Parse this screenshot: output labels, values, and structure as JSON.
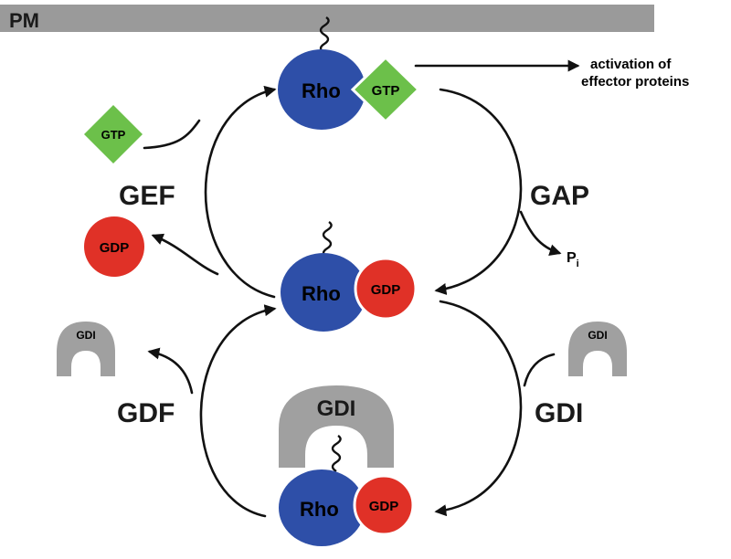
{
  "membrane": {
    "label": "PM",
    "color": "#9a9a9a"
  },
  "states": {
    "active": {
      "protein": "Rho",
      "nucleotide": "GTP"
    },
    "inactive": {
      "protein": "Rho",
      "nucleotide": "GDP"
    },
    "sequestered": {
      "protein": "Rho",
      "nucleotide": "GDP",
      "inhibitor": "GDI"
    }
  },
  "free_molecules": {
    "gtp_in": "GTP",
    "gdp_out": "GDP",
    "gdi_released": "GDI",
    "gdi_in": "GDI",
    "phosphate_main": "P",
    "phosphate_sub": "i"
  },
  "regulators": {
    "gef": "GEF",
    "gap": "GAP",
    "gdf": "GDF",
    "gdi": "GDI"
  },
  "output": {
    "line1": "activation of",
    "line2": "effector proteins"
  },
  "colors": {
    "rho": "#2e4fa8",
    "gtp": "#6cc04a",
    "gdp": "#e03127",
    "gdi": "#a0a0a0"
  }
}
